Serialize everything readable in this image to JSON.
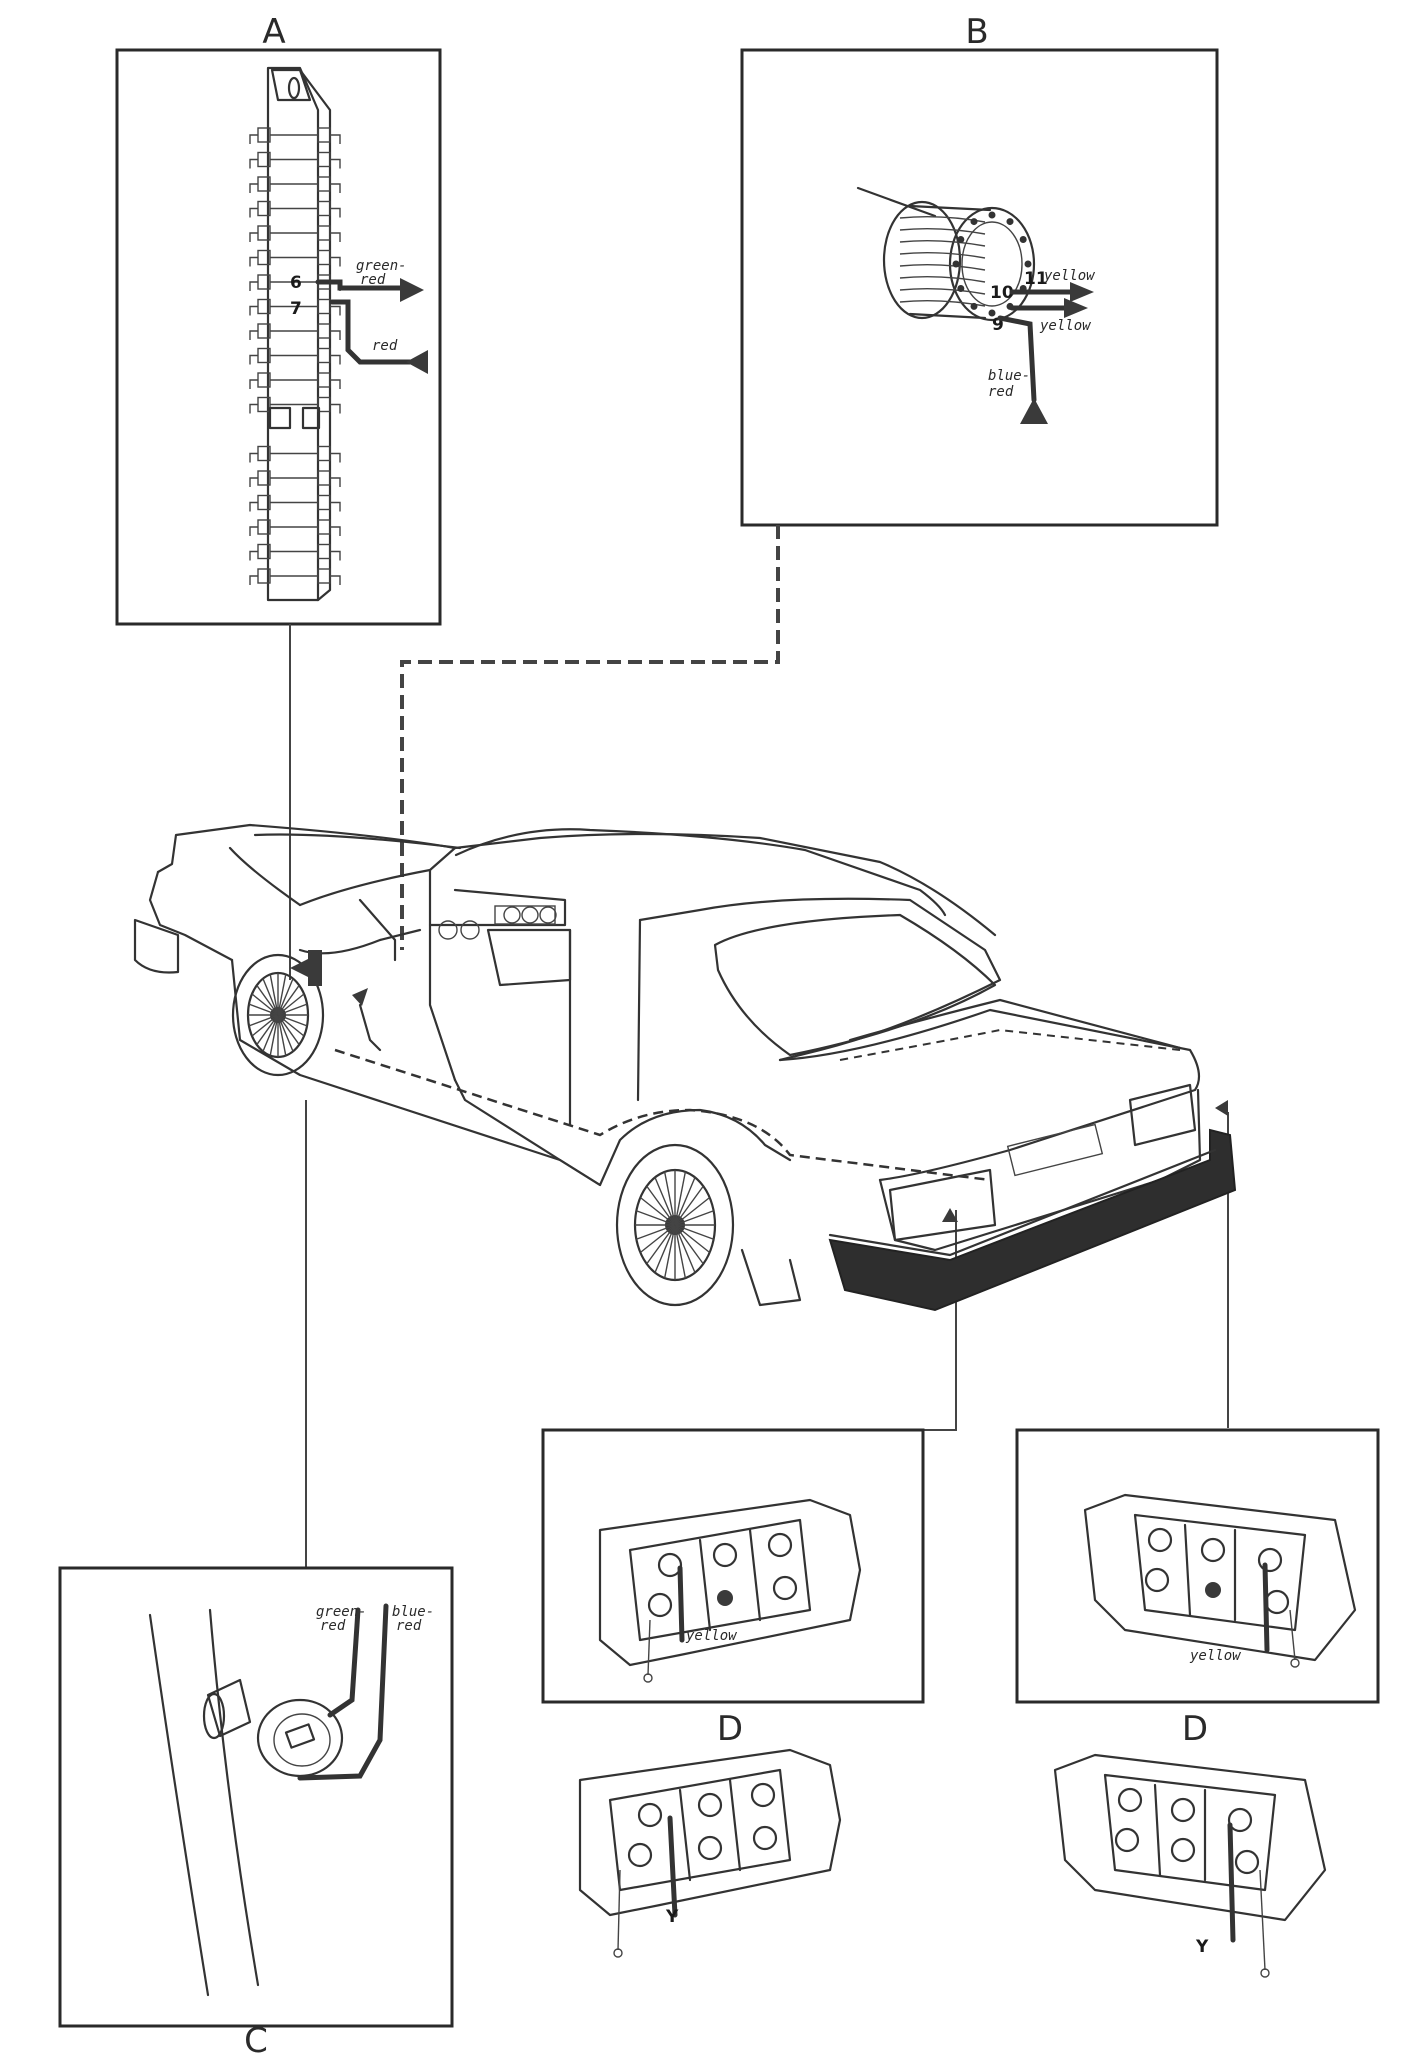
{
  "panels": {
    "a": {
      "letter": "A",
      "labels": {
        "pin6": "6",
        "pin7": "7",
        "green_red": [
          "green-",
          "red"
        ],
        "red": "red"
      }
    },
    "b": {
      "letter": "B",
      "labels": {
        "pin9": "9",
        "pin10": "10",
        "pin11": "11",
        "yellow_1": "yellow",
        "yellow_2": "yellow",
        "blue_red": [
          "blue-",
          "red"
        ]
      }
    },
    "c": {
      "letter": "C",
      "labels": {
        "green_red": [
          "green-",
          "red"
        ],
        "blue_red": [
          "blue-",
          "red"
        ]
      }
    },
    "d_upper_left": {
      "label": "yellow"
    },
    "d_upper_right": {
      "label": "yellow"
    },
    "d_lower": {
      "letter": "D",
      "label": "Y"
    }
  },
  "colors": {
    "line": "#2a2a2a",
    "background": "#ffffff",
    "arrow": "#555555"
  }
}
